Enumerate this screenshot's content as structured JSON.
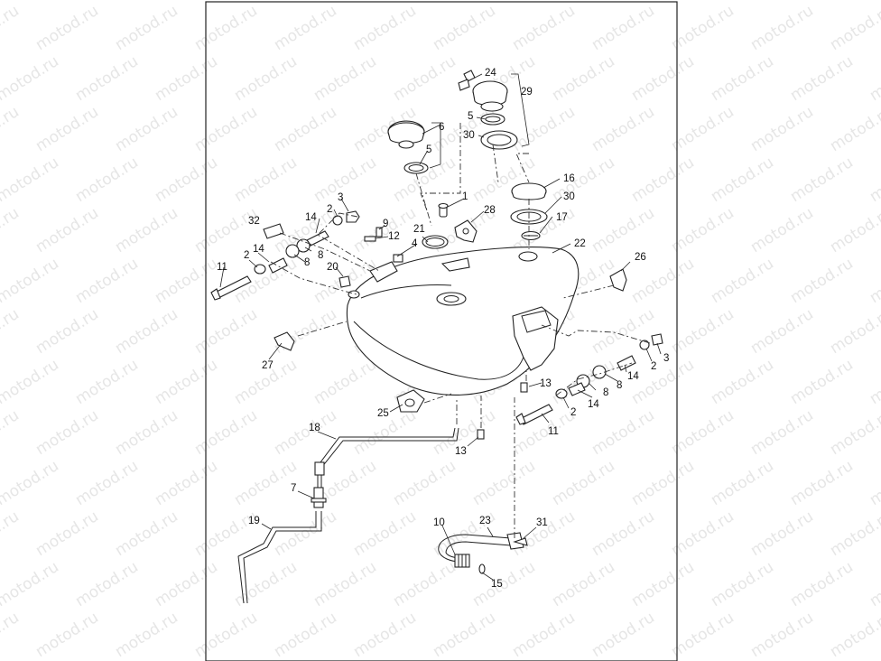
{
  "watermark": {
    "text": "motod.ru",
    "color": "#e6e6e6"
  },
  "callouts": {
    "c1": "1",
    "c2a": "2",
    "c2b": "2",
    "c2c": "2",
    "c2d": "2",
    "c3a": "3",
    "c3b": "3",
    "c4": "4",
    "c5a": "5",
    "c5b": "5",
    "c6": "6",
    "c7": "7",
    "c8a": "8",
    "c8b": "8",
    "c8c": "8",
    "c8d": "8",
    "c9": "9",
    "c10": "10",
    "c11a": "11",
    "c11b": "11",
    "c12": "12",
    "c13a": "13",
    "c13b": "13",
    "c14a": "14",
    "c14b": "14",
    "c14c": "14",
    "c14d": "14",
    "c15": "15",
    "c16": "16",
    "c17": "17",
    "c18": "18",
    "c19": "19",
    "c20": "20",
    "c21": "21",
    "c22": "22",
    "c23": "23",
    "c24": "24",
    "c25": "25",
    "c26": "26",
    "c27": "27",
    "c28": "28",
    "c29": "29",
    "c30a": "30",
    "c30b": "30",
    "c31": "31",
    "c32": "32"
  }
}
